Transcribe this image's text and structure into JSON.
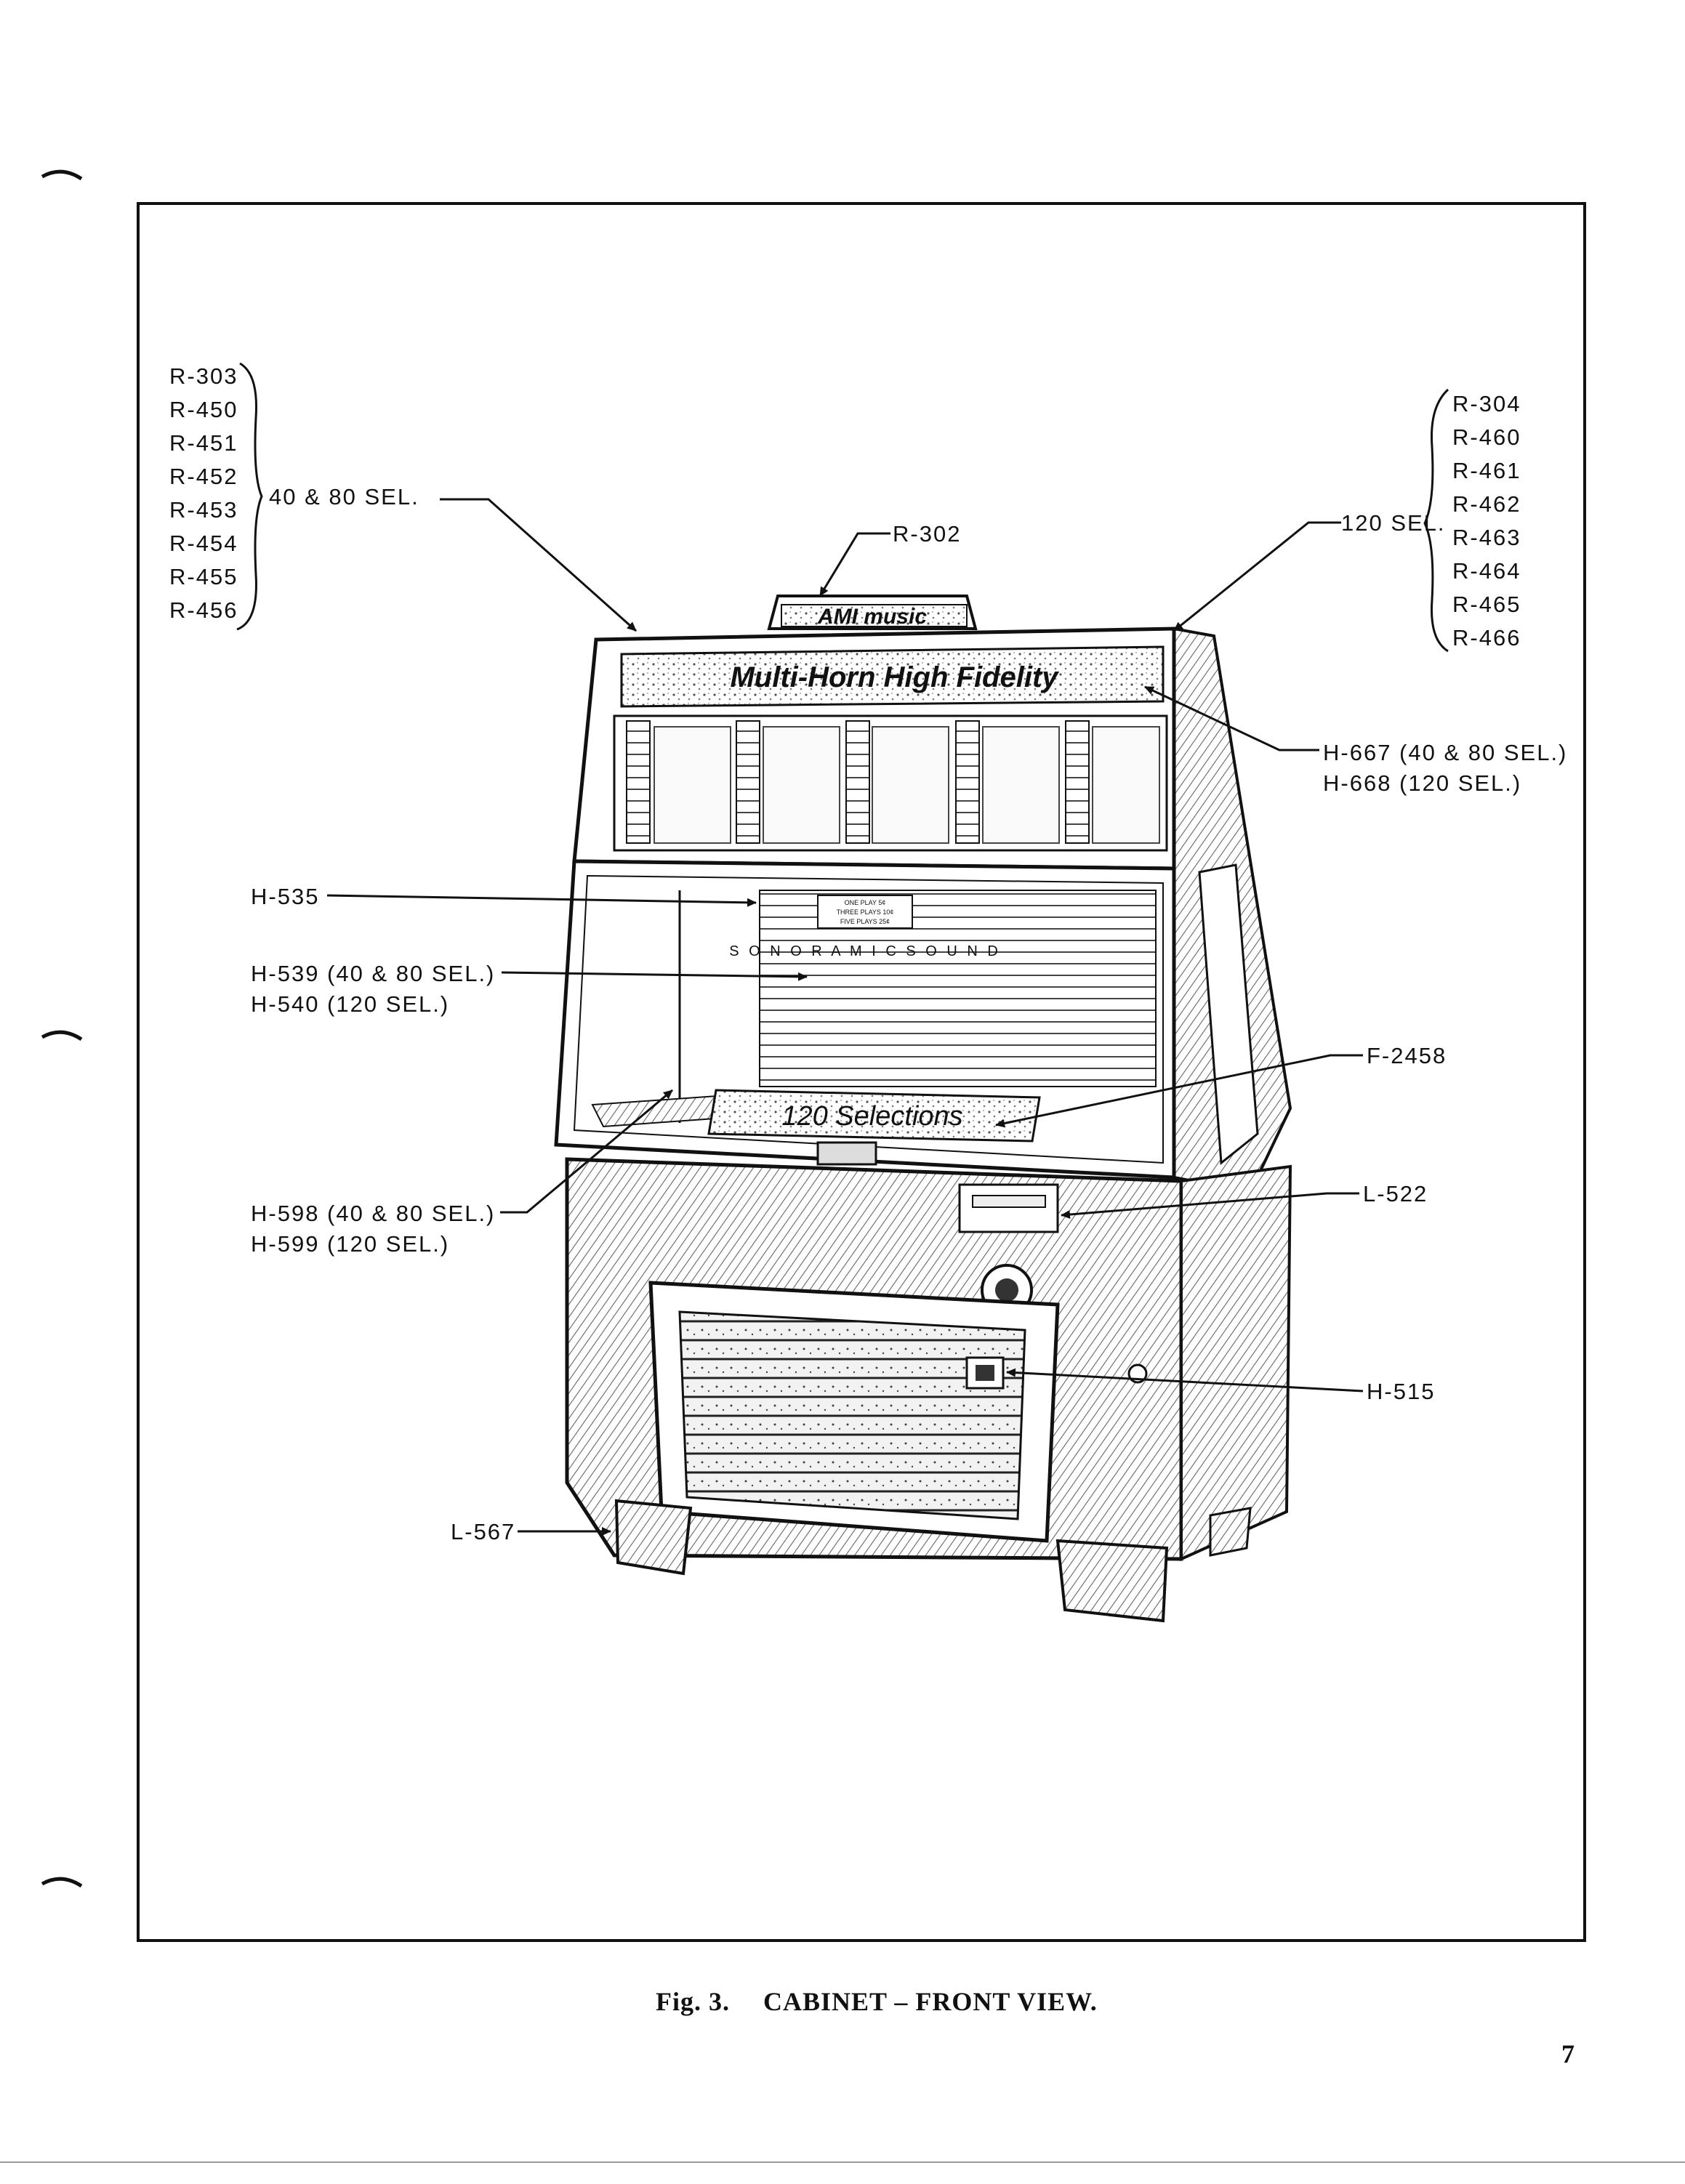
{
  "left_group": {
    "parts": [
      "R-303",
      "R-450",
      "R-451",
      "R-452",
      "R-453",
      "R-454",
      "R-455",
      "R-456"
    ],
    "note": "40 & 80 SEL."
  },
  "right_group": {
    "parts": [
      "R-304",
      "R-460",
      "R-461",
      "R-462",
      "R-463",
      "R-464",
      "R-465",
      "R-466"
    ],
    "note": "120 SEL."
  },
  "callouts": {
    "r302": "R-302",
    "h667": "H-667 (40 & 80 SEL.)",
    "h668": "H-668 (120 SEL.)",
    "h535": "H-535",
    "h539": "H-539 (40 & 80 SEL.)",
    "h540": "H-540 (120 SEL.)",
    "f2458": "F-2458",
    "l522": "L-522",
    "h598": "H-598 (40 & 80 SEL.)",
    "h599": "H-599 (120 SEL.)",
    "h515": "H-515",
    "l567": "L-567"
  },
  "cabinet_text": {
    "logo": "AMI music",
    "header": "Multi-Horn High Fidelity",
    "sonoramic": "S O N O R A M I C   S O U N D",
    "selections": "120 Selections",
    "price_card": [
      "ONE PLAY 5¢",
      "THREE PLAYS 10¢",
      "FIVE PLAYS 25¢"
    ]
  },
  "caption": {
    "fig": "Fig. 3.",
    "title": "CABINET – FRONT VIEW."
  },
  "page_number": "7"
}
